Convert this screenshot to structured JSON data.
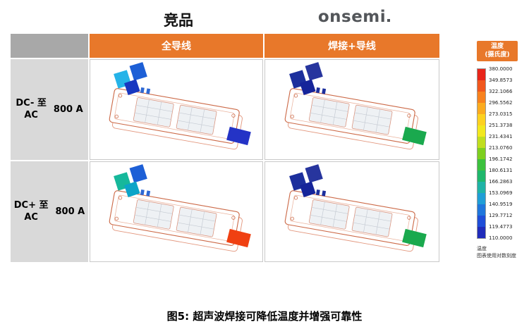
{
  "colors": {
    "accent-orange": "#e8782a",
    "corner-gray": "#a8a8a8",
    "label-gray": "#d9d9d9",
    "cell-border": "#c9c9c9"
  },
  "header": {
    "competitor": "竞品",
    "brand": "onsemi"
  },
  "table": {
    "col_headers": [
      "全导线",
      "焊接+导线"
    ],
    "rows": [
      {
        "label_line1": "DC- 至",
        "label_line2": "AC",
        "current": "800 A"
      },
      {
        "label_line1": "DC+ 至",
        "label_line2": "AC",
        "current": "800 A"
      }
    ]
  },
  "cells": [
    {
      "tab1": "#25b3e8",
      "tab2": "#1d5fd6",
      "tab3": "#1837c0",
      "tabR": "#2433c6",
      "pins": "#2d68d4"
    },
    {
      "tab1": "#1c2f9d",
      "tab2": "#27359e",
      "tab3": "#16249a",
      "tabR": "#1aa94e",
      "pins": "#1c2f9d"
    },
    {
      "tab1": "#16b89b",
      "tab2": "#1d5fd6",
      "tab3": "#0ca4c8",
      "tabR": "#f04012",
      "pins": "#2d68d4"
    },
    {
      "tab1": "#1c2f9d",
      "tab2": "#27359e",
      "tab3": "#16249a",
      "tabR": "#1aa94e",
      "pins": "#1c2f9d"
    }
  ],
  "legend": {
    "title_line1": "温度",
    "title_line2": "(摄氏度)",
    "values": [
      "380.0000",
      "349.8573",
      "322.1066",
      "296.5562",
      "273.0315",
      "251.3738",
      "231.4341",
      "213.0760",
      "196.1742",
      "180.6131",
      "166.2863",
      "153.0969",
      "140.9519",
      "129.7712",
      "119.4773",
      "110.0000"
    ],
    "colors": [
      "#e8251a",
      "#f1571d",
      "#f8821e",
      "#fbab1f",
      "#fdd120",
      "#f2e81e",
      "#c0de1e",
      "#7ecf1f",
      "#3cc13e",
      "#1fb76c",
      "#1fb3a6",
      "#1f9ed6",
      "#1f76dc",
      "#1f4ed8",
      "#202cba"
    ],
    "footnote_line1": "温度",
    "footnote_line2": "图表使用对数刻度"
  },
  "caption": "图5:  超声波焊接可降低温度并增强可靠性"
}
